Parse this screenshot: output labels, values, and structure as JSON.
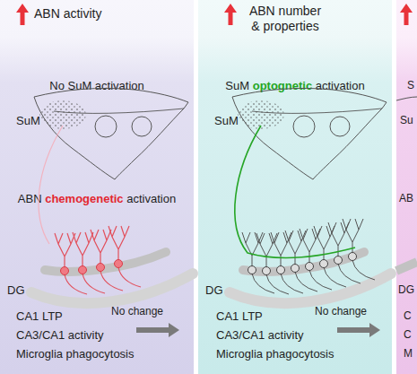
{
  "diagram": {
    "nodes": [
      {
        "text": [
          "ABN activity",
          "No SuM activation",
          "SuM",
          "ABN",
          "chemogenetic",
          "activation",
          "DG",
          "CA1 LTP",
          "CA3/CA1 activity",
          "Microglia phagocytosis",
          "No change"
        ]
      },
      {
        "text": [
          "ABN number & properties",
          "SuM",
          "optognetic",
          "activation",
          "SuM",
          "DG",
          "CA1 LTP",
          "CA3/CA1 activity",
          "Microglia phagocytosis",
          "No change"
        ]
      },
      {
        "text": [
          "S",
          "Su",
          "AB",
          "DG",
          "C",
          "C",
          "M"
        ]
      }
    ]
  }
}
